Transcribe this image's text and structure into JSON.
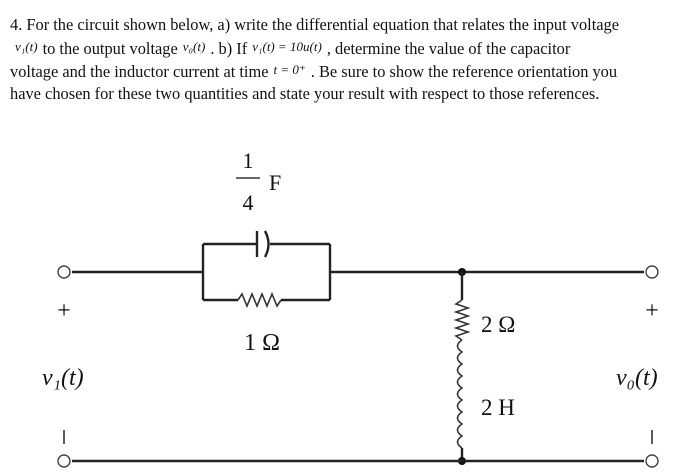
{
  "problem": {
    "l1_a": "4. For the circuit shown below, a) write the differential equation that relates the input voltage",
    "l2_m1": "v₁(t)",
    "l2_a": "to the output voltage",
    "l2_m2": "v₀(t)",
    "l2_b": ". b) If",
    "l2_m3": "v₁(t) = 10u(t)",
    "l2_c": ", determine the value of the capacitor",
    "l3_a": "voltage and the inductor current at time",
    "l3_m1": "t = 0⁺",
    "l3_b": ". Be sure to show the reference orientation you",
    "l4_a": "have chosen for these two quantities and state your result with respect to those references."
  },
  "circuit": {
    "capacitor": {
      "numerator": "1",
      "denominator": "4",
      "unit": "F"
    },
    "resistor_series": {
      "label": "1 Ω"
    },
    "resistor_shunt": {
      "label": "2 Ω"
    },
    "inductor": {
      "label": "2 H"
    },
    "input": {
      "plus": "+",
      "minus": "−",
      "label": "v₁(t)"
    },
    "output": {
      "plus": "+",
      "minus": "−",
      "label": "v₀(t)"
    }
  }
}
